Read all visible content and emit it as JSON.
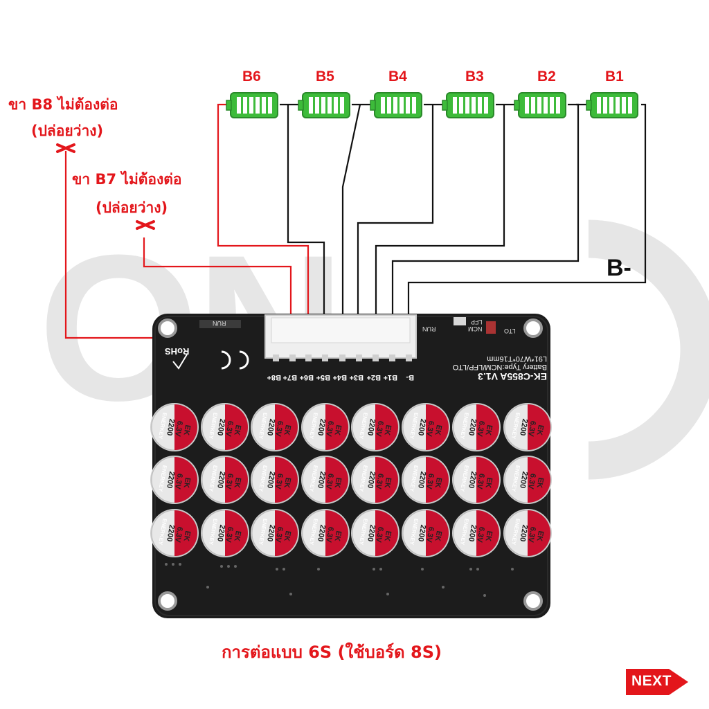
{
  "watermark": "ON",
  "batteries": [
    {
      "label": "B6"
    },
    {
      "label": "B5"
    },
    {
      "label": "B4"
    },
    {
      "label": "B3"
    },
    {
      "label": "B2"
    },
    {
      "label": "B1"
    }
  ],
  "bminus_label": "B-",
  "notes": {
    "b8_title": "ขา B8 ไม่ต้องต่อ",
    "b8_sub": "(ปล่อยว่าง)",
    "b7_title": "ขา B7 ไม่ต้องต่อ",
    "b7_sub": "(ปล่อยว่าง)"
  },
  "board": {
    "pins": [
      "B8+",
      "B7+",
      "B6+",
      "B5+",
      "B4+",
      "B3+",
      "B2+",
      "B1+",
      "B-"
    ],
    "model": "EK-C855A V1.3",
    "battery_type": "Battery Type:NCM/LFP/LTO",
    "size": "L91*W70*T16mm",
    "rohs": "RoHS",
    "ce": "CE",
    "run": "RUN",
    "ltoLabel": "LTO",
    "ncm": "NCM",
    "lfp": "LFP",
    "cap_brand": "ENERKEY",
    "cap_value": "2200",
    "cap_voltage": "6.3V",
    "cap_mark": "EK"
  },
  "caption": "การต่อแบบ 6S (ใช้บอร์ด 8S)",
  "next_label": "NEXT",
  "colors": {
    "red": "#e3161b",
    "battery_green": "#3dbb3a",
    "board": "#1c1c1c",
    "cap_red": "#c8102e"
  }
}
